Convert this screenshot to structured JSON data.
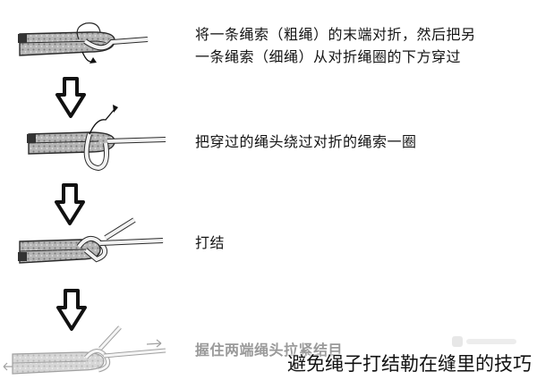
{
  "steps": [
    {
      "text_line1": "将一条绳索（粗绳）的末端对折，然后把另",
      "text_line2": "一条绳索（细绳）从对折绳圈的下方穿过"
    },
    {
      "text_line1": "把穿过的绳头绕过对折的绳索一圈"
    },
    {
      "text_line1": "打结"
    },
    {
      "text_line1": "握住两端绳头拉紧结目"
    }
  ],
  "overlay_title": "避免绳子打结勒在缝里的技巧",
  "colors": {
    "rope_thick": "#9a9a9a",
    "rope_thin": "#f2f2f2",
    "outline": "#2a2a2a",
    "arrow": "#111111"
  }
}
